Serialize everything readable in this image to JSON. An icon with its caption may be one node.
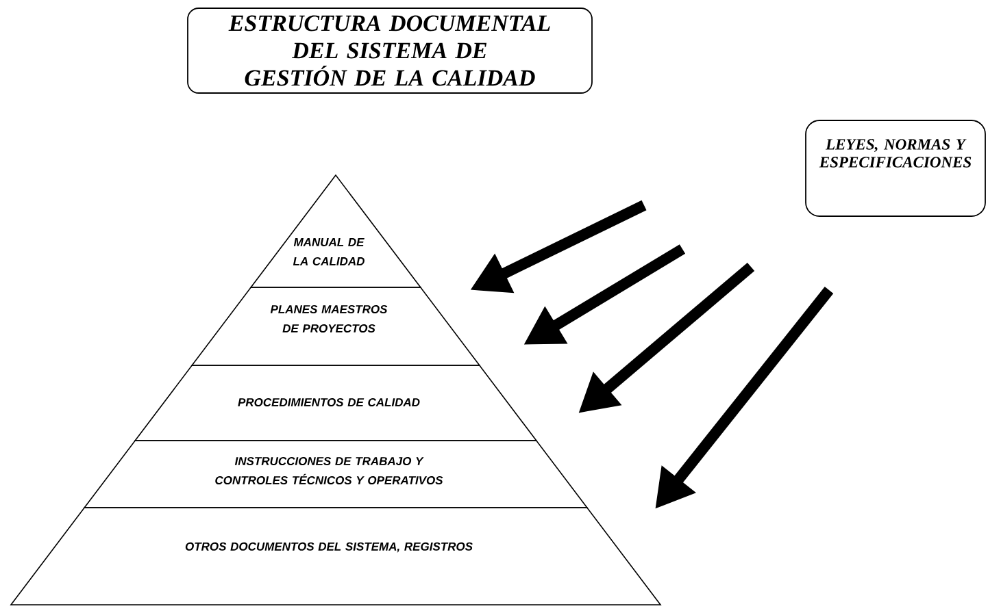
{
  "diagram": {
    "nodes": [
      {
        "text": [
          "ESTRUCTURA DOCUMENTAL DEL SISTEMA DE GESTIÓN DE LA CALIDAD"
        ]
      },
      {
        "text": [
          "LEYES, NORMAS Y ESPECIFICACIONES"
        ]
      },
      {
        "text": [
          "MANUAL DE LA CALIDAD"
        ]
      },
      {
        "text": [
          "PLANES MAESTROS DE PROYECTOS"
        ]
      },
      {
        "text": [
          "PROCEDIMIENTOS DE CALIDAD"
        ]
      },
      {
        "text": [
          "INSTRUCCIONES DE TRABAJO Y CONTROLES TÉCNICOS Y OPERATIVOS"
        ]
      },
      {
        "text": [
          "OTROS DOCUMENTOS DEL SISTEMA, REGISTROS"
        ]
      }
    ]
  }
}
